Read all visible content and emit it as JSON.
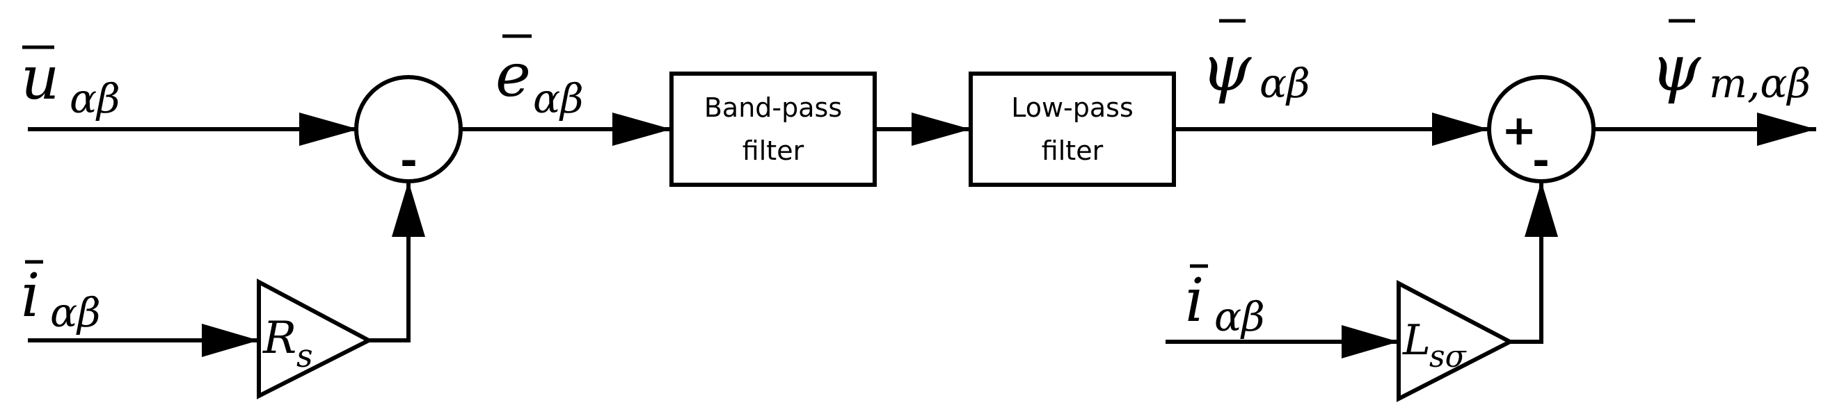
{
  "signals": {
    "u_in": {
      "symbol": "u",
      "subscript": "αβ"
    },
    "i_in_1": {
      "symbol": "i",
      "subscript": "αβ"
    },
    "e_out": {
      "symbol": "e",
      "subscript": "αβ"
    },
    "psi": {
      "symbol": "ψ",
      "subscript": "αβ"
    },
    "i_in_2": {
      "symbol": "i",
      "subscript": "αβ"
    },
    "psi_m": {
      "symbol": "ψ",
      "subscript": "m,αβ"
    }
  },
  "blocks": {
    "band_pass": {
      "line1": "Band-pass",
      "line2": "filter"
    },
    "low_pass": {
      "line1": "Low-pass",
      "line2": "filter"
    }
  },
  "gains": {
    "rs": {
      "symbol": "R",
      "subscript": "s"
    },
    "lsigma": {
      "symbol": "L",
      "subscript": "sσ"
    }
  },
  "summers": {
    "sum1": {
      "bottom_sign": "-"
    },
    "sum2": {
      "left_sign": "+",
      "bottom_sign": "-"
    }
  }
}
